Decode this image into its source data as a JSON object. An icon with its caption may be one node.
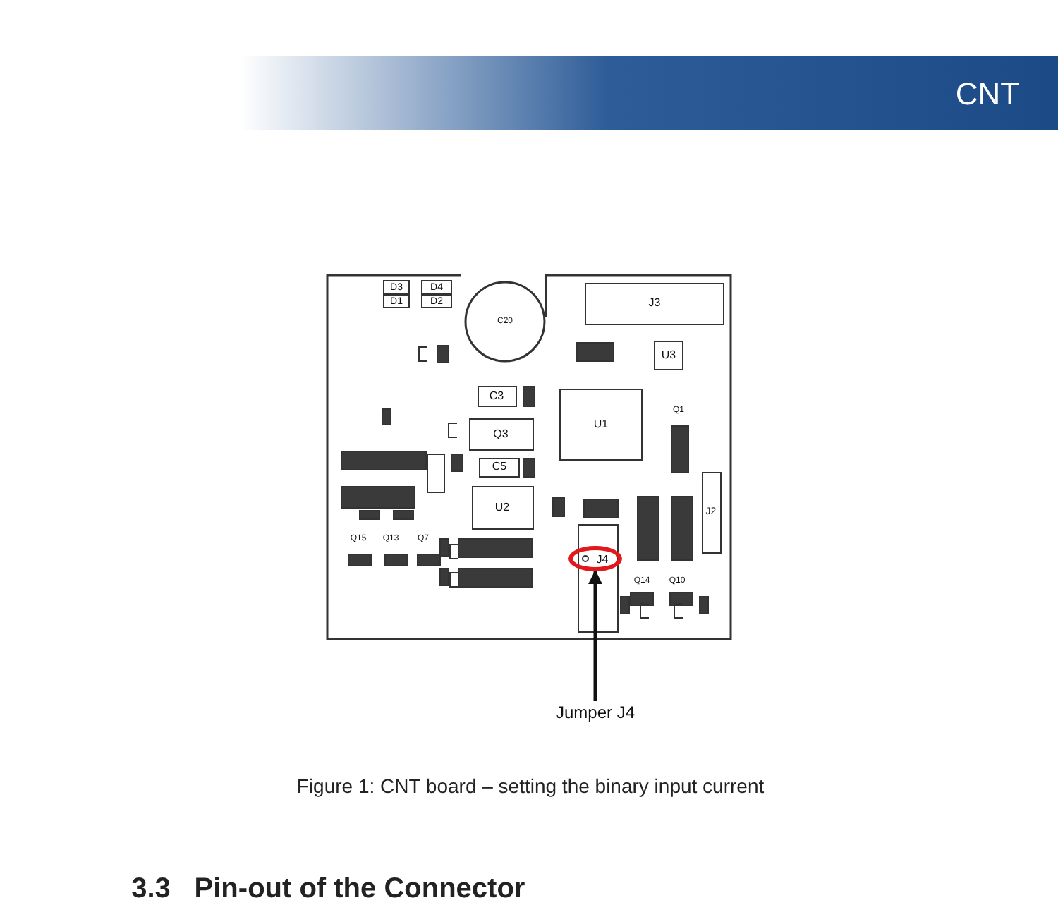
{
  "diagram": {
    "caption": "Figure 1: CNT board – setting the binary input current",
    "nodes": [
      {
        "text": [
          "J4"
        ]
      },
      {
        "text": [
          "Jumper J4"
        ]
      }
    ],
    "edges": [
      {
        "from": 1,
        "to": 0,
        "arrow": "to"
      }
    ],
    "labels": [
      "CNT",
      "D3",
      "D4",
      "D1",
      "D2",
      "C20",
      "J3",
      "U3",
      "C3",
      "U1",
      "Q1",
      "Q3",
      "C5",
      "U2",
      "J2",
      "Q15",
      "Q13",
      "Q7",
      "Q14",
      "Q10",
      "3.3",
      "Pin-out of the Connector"
    ]
  }
}
